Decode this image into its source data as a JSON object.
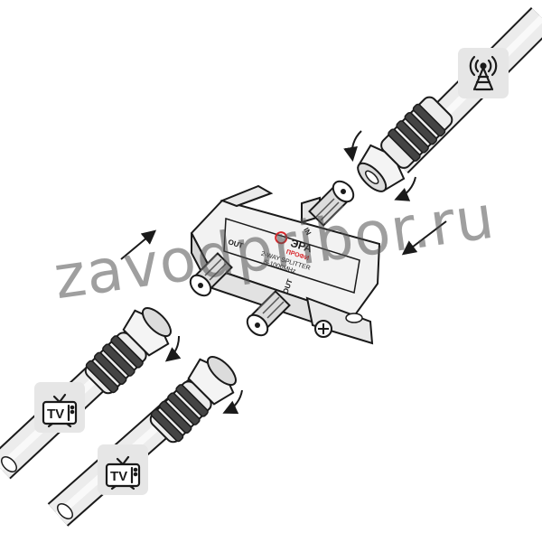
{
  "splitter": {
    "brand": "ЭРА",
    "tagline": "ПРОФИ",
    "model": "2-WAY SPLITTER",
    "freq": "5-1000MHz",
    "port_in": "IN",
    "port_out_left": "OUT",
    "port_out_right": "OUT"
  },
  "tv_badges": {
    "label": "TV"
  },
  "watermark": {
    "text": "zavodpribor.ru"
  },
  "colors": {
    "outline": "#1a1a1a",
    "cable_fill": "#ececec",
    "tile_bg": "#e6e6e6",
    "logo_red": "#d8262a",
    "watermark": "#505050"
  },
  "icons": [
    "antenna-tower-icon",
    "tv-icon",
    "rotate-arrow-icon",
    "direction-arrow-icon"
  ]
}
